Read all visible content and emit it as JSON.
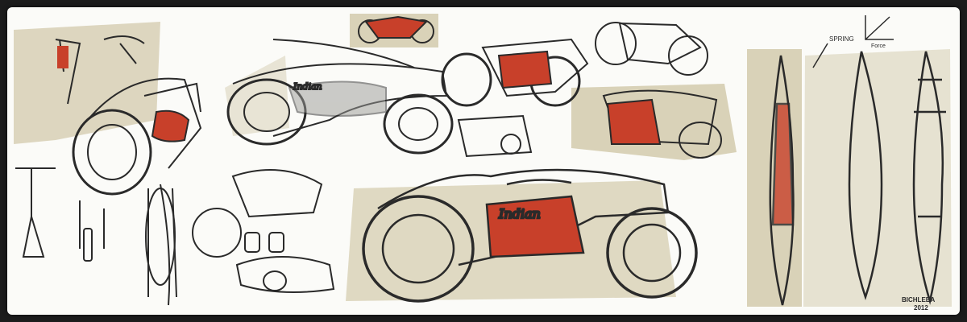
{
  "labels": {
    "spring": "SPRING",
    "graph_axis": "Force",
    "brand_script_small": "Indian",
    "brand_script_large": "Indian",
    "signature_name": "BICHLEBA",
    "signature_year": "2012"
  },
  "colors": {
    "frame_bg": "#1c1c1c",
    "paper": "#fbfbf8",
    "beige_marker": "#d9d2b8",
    "red_marker": "#c8402a",
    "ink": "#2a2a2a",
    "chrome_grey": "#9a9a96"
  }
}
